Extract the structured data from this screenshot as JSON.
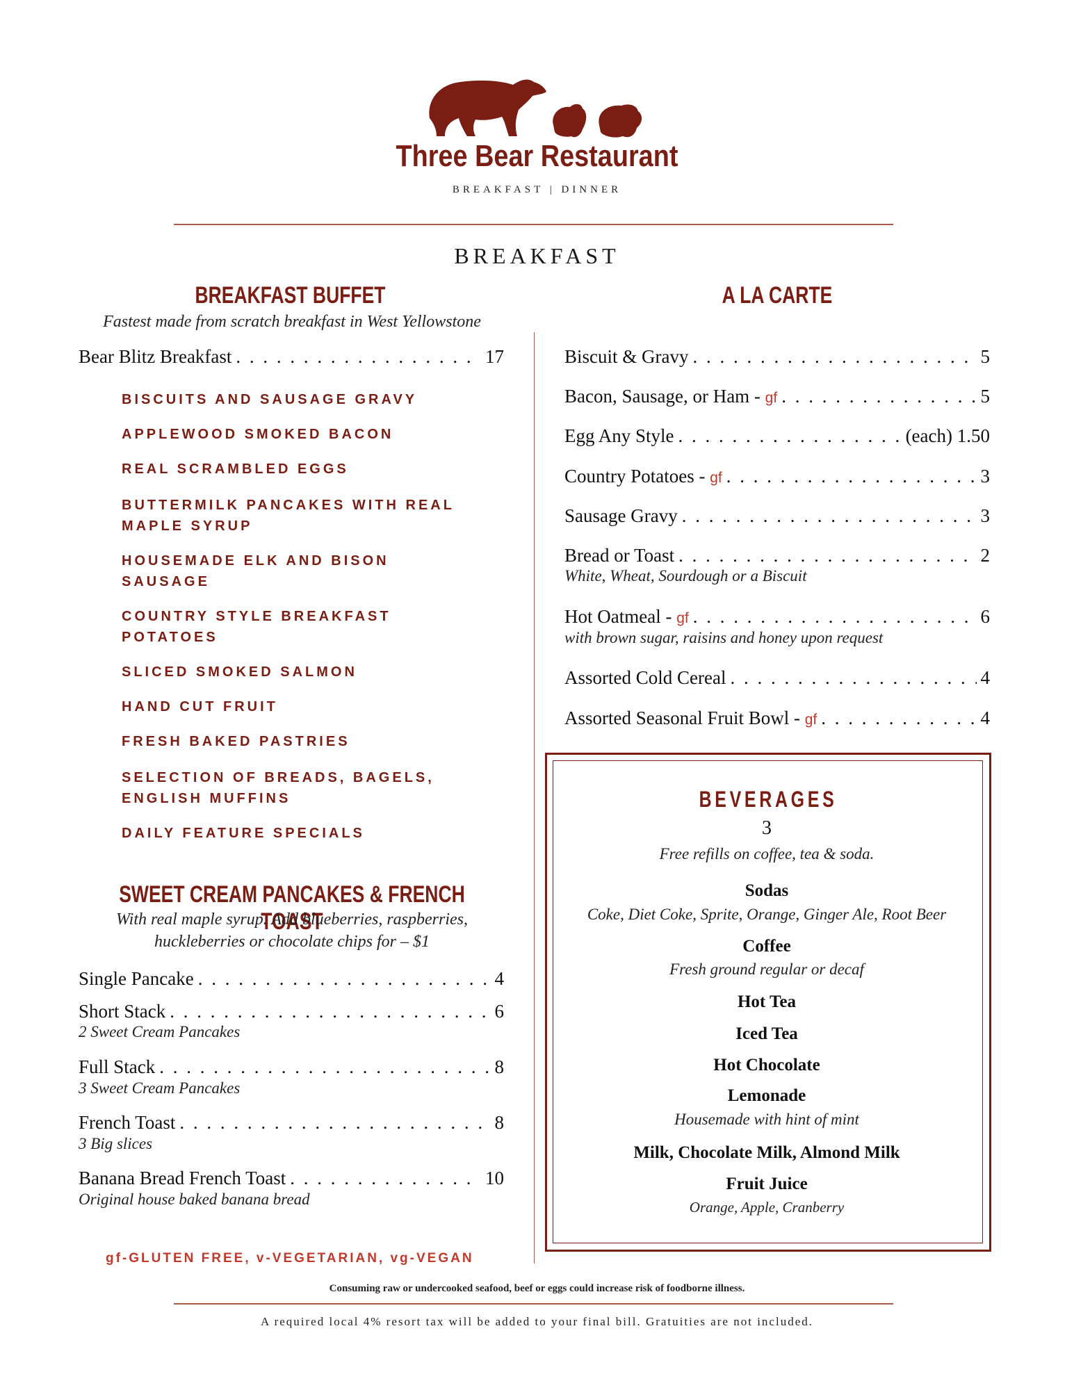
{
  "header": {
    "restaurant_name": "Three Bear Restaurant",
    "tagline": "BREAKFAST | DINNER",
    "logo_icon": "three-bears-logo-icon",
    "brand_color": "#7a1e14"
  },
  "page_title": "BREAKFAST",
  "buffet": {
    "title": "BREAKFAST BUFFET",
    "subtitle": "Fastest made from scratch breakfast in West Yellowstone",
    "main_item": {
      "name": "Bear Blitz Breakfast",
      "price": "17"
    },
    "items": [
      "BISCUITS AND SAUSAGE GRAVY",
      "APPLEWOOD SMOKED BACON",
      "REAL SCRAMBLED EGGS",
      "BUTTERMILK PANCAKES WITH REAL MAPLE SYRUP",
      "HOUSEMADE ELK AND BISON SAUSAGE",
      "COUNTRY STYLE BREAKFAST POTATOES",
      "SLICED SMOKED SALMON",
      "HAND CUT FRUIT",
      "FRESH BAKED PASTRIES",
      "SELECTION OF BREADS, BAGELS, ENGLISH MUFFINS",
      "DAILY FEATURE SPECIALS"
    ]
  },
  "pancakes": {
    "title": "SWEET CREAM PANCAKES & FRENCH TOAST",
    "subtitle_line1": "With real maple syrup. Add blueberries, raspberries,",
    "subtitle_line2": "huckleberries or chocolate chips for – $1",
    "items": [
      {
        "name": "Single Pancake",
        "price": "4",
        "desc": ""
      },
      {
        "name": "Short Stack",
        "price": "6",
        "desc": "2 Sweet Cream Pancakes"
      },
      {
        "name": "Full Stack",
        "price": "8",
        "desc": "3 Sweet Cream Pancakes"
      },
      {
        "name": "French Toast",
        "price": "8",
        "desc": "3 Big slices"
      },
      {
        "name": "Banana Bread French Toast",
        "price": "10",
        "desc": "Original house baked banana bread"
      }
    ]
  },
  "a_la_carte": {
    "title": "A LA CARTE",
    "items": [
      {
        "name": "Biscuit & Gravy",
        "gf": "",
        "price": "5",
        "desc": ""
      },
      {
        "name": "Bacon, Sausage, or Ham - ",
        "gf": "gf",
        "price": "5",
        "desc": ""
      },
      {
        "name": "Egg Any Style",
        "gf": "",
        "price": "(each) 1.50",
        "desc": ""
      },
      {
        "name": "Country Potatoes - ",
        "gf": "gf",
        "price": "3",
        "desc": ""
      },
      {
        "name": "Sausage Gravy",
        "gf": "",
        "price": "3",
        "desc": ""
      },
      {
        "name": "Bread or Toast",
        "gf": "",
        "price": "2",
        "desc": "White, Wheat, Sourdough or a Biscuit"
      },
      {
        "name": "Hot Oatmeal - ",
        "gf": "gf",
        "price": "6",
        "desc": "with brown sugar, raisins and honey upon request"
      },
      {
        "name": "Assorted Cold Cereal",
        "gf": "",
        "price": "4",
        "desc": ""
      },
      {
        "name": "Assorted Seasonal Fruit Bowl - ",
        "gf": "gf",
        "price": "4",
        "desc": ""
      }
    ]
  },
  "beverages": {
    "title": "BEVERAGES",
    "price": "3",
    "note": "Free refills on coffee, tea & soda.",
    "items": [
      {
        "name": "Sodas",
        "desc": "Coke, Diet Coke, Sprite, Orange, Ginger Ale, Root Beer"
      },
      {
        "name": "Coffee",
        "desc": "Fresh ground regular or decaf"
      },
      {
        "name": "Hot Tea",
        "desc": ""
      },
      {
        "name": "Iced Tea",
        "desc": ""
      },
      {
        "name": "Hot Chocolate",
        "desc": ""
      },
      {
        "name": "Lemonade",
        "desc": "Housemade with hint of mint"
      },
      {
        "name": "Milk, Chocolate Milk, Almond Milk",
        "desc": ""
      },
      {
        "name": "Fruit Juice",
        "desc": "Orange, Apple, Cranberry"
      }
    ]
  },
  "legend": "gf-GLUTEN FREE, v-VEGETARIAN, vg-VEGAN",
  "warning": "Consuming raw or undercooked seafood, beef or eggs could increase risk of foodborne illness.",
  "footer": "A required local 4% resort tax will be added to your final bill. Gratuities are not included."
}
